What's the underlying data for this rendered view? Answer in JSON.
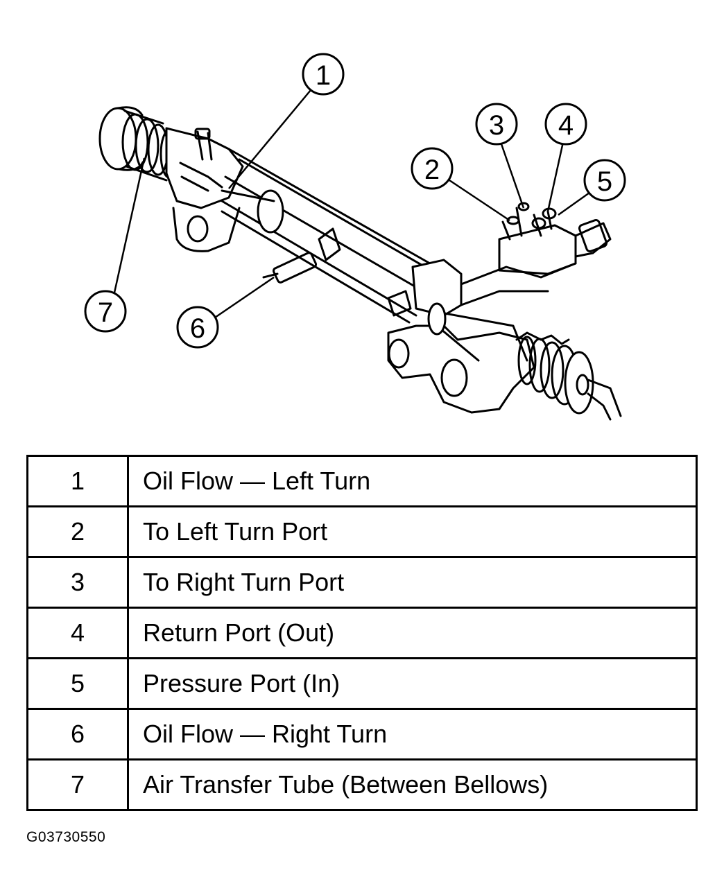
{
  "callouts": [
    "1",
    "2",
    "3",
    "4",
    "5",
    "6",
    "7"
  ],
  "legend": [
    {
      "num": "1",
      "text": "Oil Flow — Left Turn"
    },
    {
      "num": "2",
      "text": "To Left Turn Port"
    },
    {
      "num": "3",
      "text": "To Right Turn Port"
    },
    {
      "num": "4",
      "text": "Return Port (Out)"
    },
    {
      "num": "5",
      "text": "Pressure Port (In)"
    },
    {
      "num": "6",
      "text": "Oil Flow — Right Turn"
    },
    {
      "num": "7",
      "text": "Air Transfer Tube (Between Bellows)"
    }
  ],
  "figure_id": "G03730550"
}
